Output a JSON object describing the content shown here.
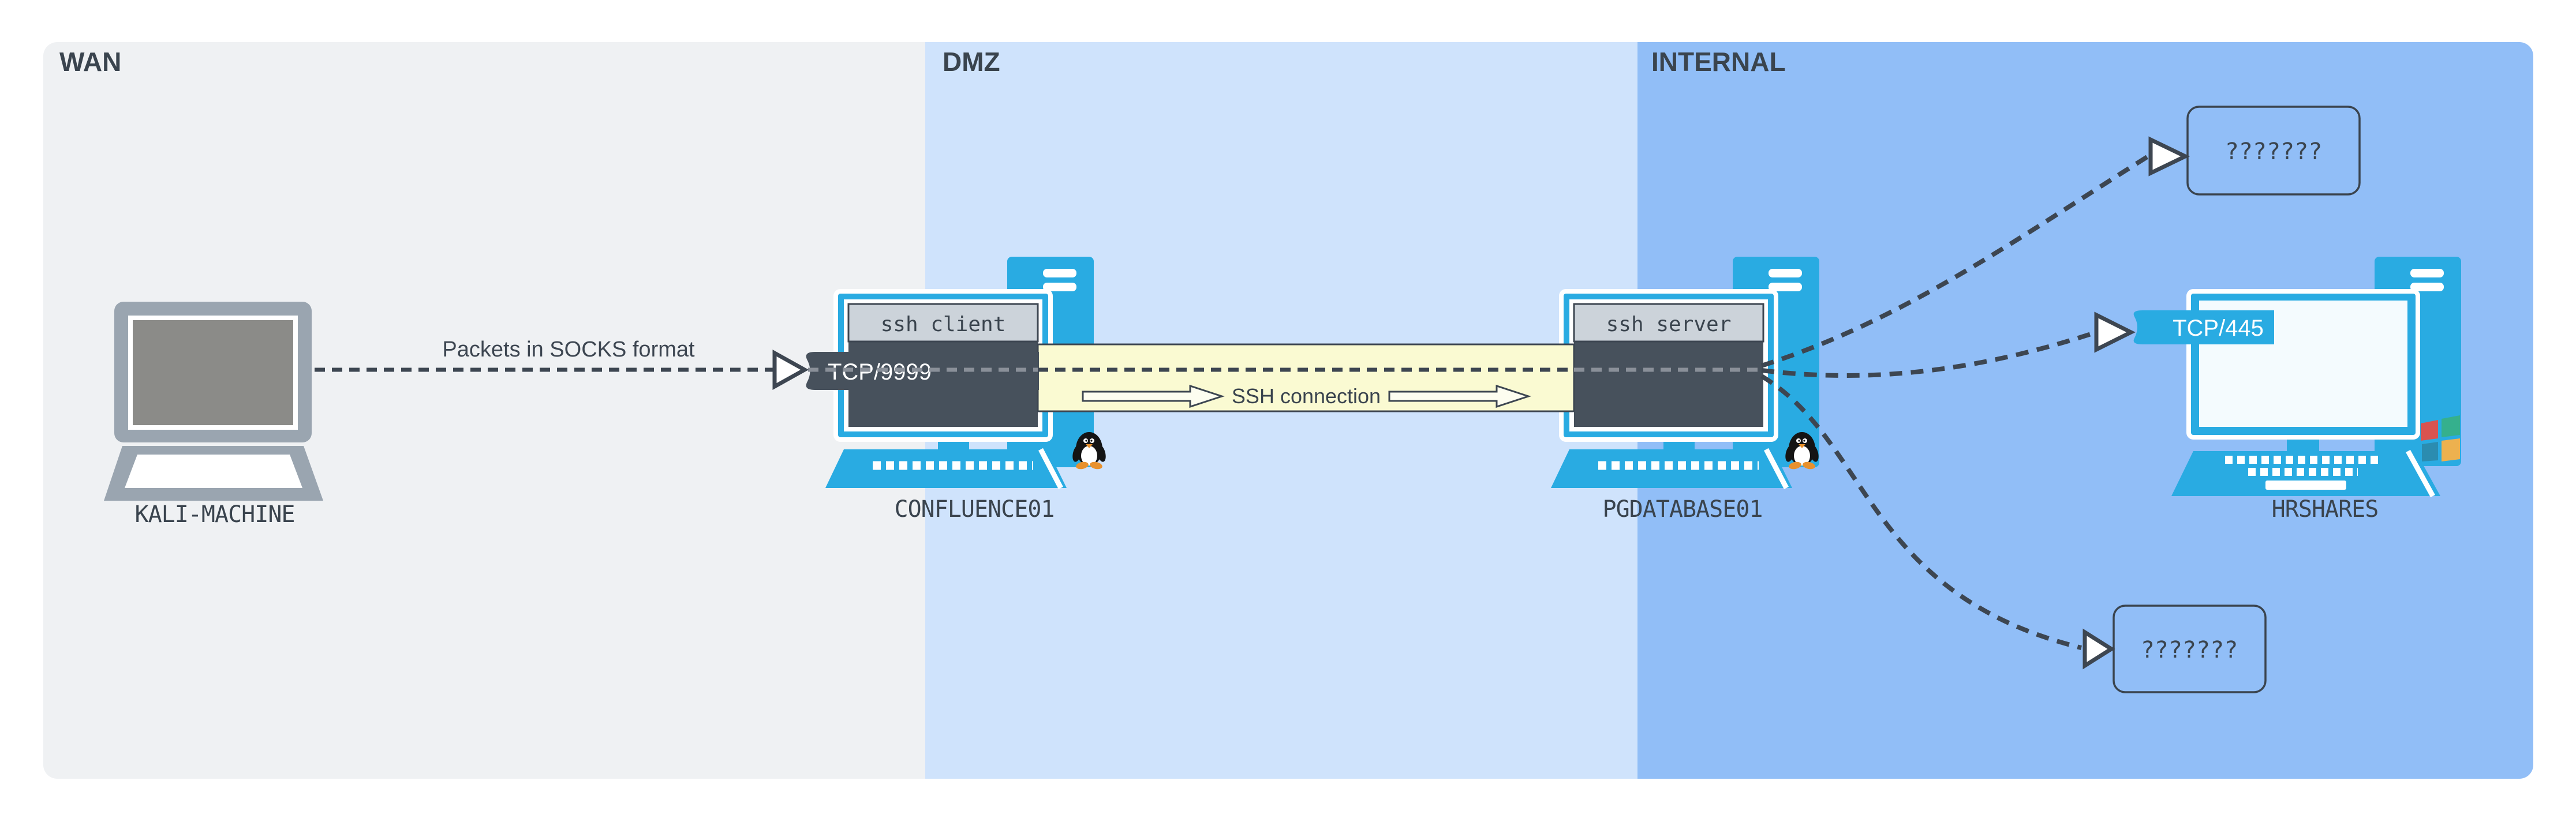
{
  "zones": [
    {
      "id": "wan",
      "label": "WAN",
      "bg": "#eff1f3"
    },
    {
      "id": "dmz",
      "label": "DMZ",
      "bg": "#cfe3fc"
    },
    {
      "id": "internal",
      "label": "INTERNAL",
      "bg": "#91bef7"
    }
  ],
  "nodes": {
    "kali": {
      "label": "KALI-MACHINE",
      "type": "laptop"
    },
    "confluence": {
      "label": "CONFLUENCE01",
      "type": "desktop",
      "os_icon": "linux-tux",
      "app": "ssh client",
      "port": "TCP/9999"
    },
    "pgdatabase": {
      "label": "PGDATABASE01",
      "type": "desktop",
      "os_icon": "linux-tux",
      "app": "ssh server"
    },
    "hrshares": {
      "label": "HRSHARES",
      "type": "desktop",
      "os_icon": "windows-logo",
      "port": "TCP/445"
    },
    "unknown_top": {
      "label": "???????"
    },
    "unknown_bottom": {
      "label": "???????"
    }
  },
  "connections": {
    "socks": {
      "from": "KALI-MACHINE",
      "to": "CONFLUENCE01",
      "label": "Packets in SOCKS format",
      "style": "dashed-arrow"
    },
    "tunnel": {
      "from": "CONFLUENCE01",
      "to": "PGDATABASE01",
      "label": "SSH connection",
      "style": "yellow-band"
    },
    "fan_top": {
      "from": "PGDATABASE01",
      "to": "???????",
      "style": "dashed-curve"
    },
    "fan_mid": {
      "from": "PGDATABASE01",
      "to": "HRSHARES",
      "style": "dashed-curve"
    },
    "fan_bottom": {
      "from": "PGDATABASE01",
      "to": "???????",
      "style": "dashed-curve"
    }
  },
  "colors": {
    "machine_accent": "#29abe2",
    "screen_dark": "#47515c",
    "screen_header": "#ccd3da",
    "tunnel_band": "#fafad2",
    "line_dark": "#3d4651",
    "line_gray": "#8a9099",
    "laptop_gray": "#9aa5b0",
    "laptop_screen": "#8b8b88",
    "hr_screen": "#f4fbfe"
  }
}
